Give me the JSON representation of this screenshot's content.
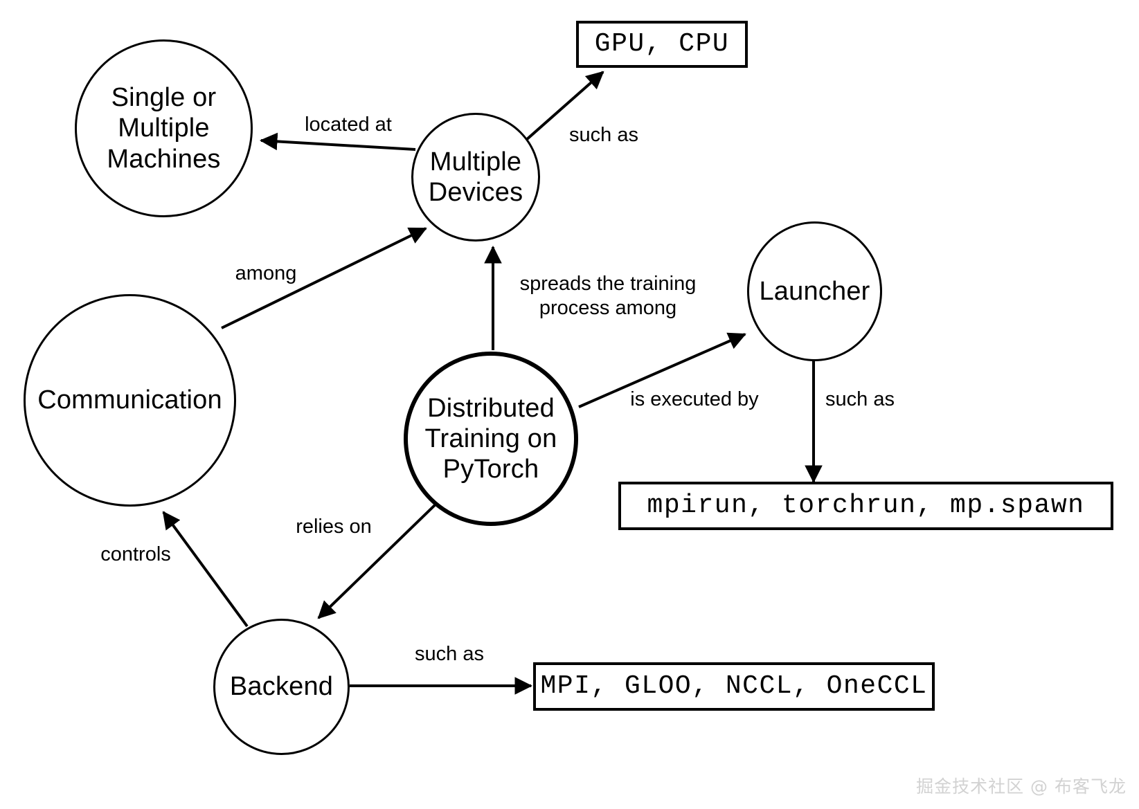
{
  "diagram": {
    "title": "Distributed Training on PyTorch",
    "type": "concept-map",
    "stroke_color": "#000000",
    "background_color": "#ffffff",
    "nodes": [
      {
        "id": "machines",
        "label": "Single or\nMultiple\nMachines",
        "shape": "circle",
        "emphasis": false
      },
      {
        "id": "devices",
        "label": "Multiple\nDevices",
        "shape": "circle",
        "emphasis": false
      },
      {
        "id": "gpu_cpu",
        "label": "GPU, CPU",
        "shape": "box",
        "emphasis": false
      },
      {
        "id": "communication",
        "label": "Communication",
        "shape": "circle",
        "emphasis": false
      },
      {
        "id": "center",
        "label": "Distributed\nTraining on\nPyTorch",
        "shape": "circle",
        "emphasis": true
      },
      {
        "id": "launcher",
        "label": "Launcher",
        "shape": "circle",
        "emphasis": false
      },
      {
        "id": "launchers",
        "label": "mpirun, torchrun, mp.spawn",
        "shape": "box",
        "emphasis": false
      },
      {
        "id": "backend",
        "label": "Backend",
        "shape": "circle",
        "emphasis": false
      },
      {
        "id": "backends",
        "label": "MPI, GLOO, NCCL, OneCCL",
        "shape": "box",
        "emphasis": false
      }
    ],
    "edges": [
      {
        "id": "e1",
        "from": "devices",
        "to": "machines",
        "label": "located at"
      },
      {
        "id": "e2",
        "from": "devices",
        "to": "gpu_cpu",
        "label": "such as"
      },
      {
        "id": "e3",
        "from": "communication",
        "to": "devices",
        "label": "among"
      },
      {
        "id": "e4",
        "from": "center",
        "to": "devices",
        "label": "spreads the training\nprocess among"
      },
      {
        "id": "e5",
        "from": "center",
        "to": "launcher",
        "label": "is executed by"
      },
      {
        "id": "e6",
        "from": "launcher",
        "to": "launchers",
        "label": "such as"
      },
      {
        "id": "e7",
        "from": "center",
        "to": "backend",
        "label": "relies on"
      },
      {
        "id": "e8",
        "from": "backend",
        "to": "communication",
        "label": "controls"
      },
      {
        "id": "e9",
        "from": "backend",
        "to": "backends",
        "label": "such as"
      }
    ]
  },
  "watermark": {
    "text": "掘金技术社区 @ 布客飞龙"
  }
}
